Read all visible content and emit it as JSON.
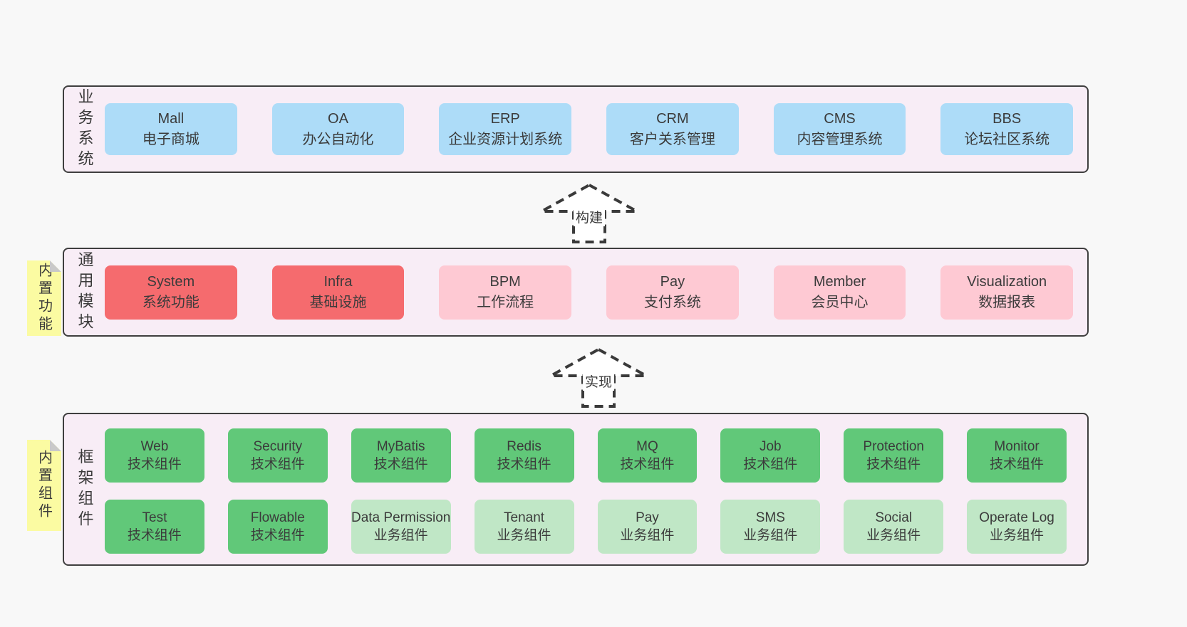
{
  "colors": {
    "page_background": "#f8f8f8",
    "panel_background": "#f8edf6",
    "panel_border": "#3f3f3f",
    "business_box": "#addcf8",
    "core_module_box": "#f56b6e",
    "optional_module_box": "#fec9d3",
    "tech_component_box": "#61c879",
    "biz_component_box": "#c0e7c6",
    "sticky_note": "#fbfba2",
    "text": "#3b3b3b"
  },
  "arrows": {
    "build_label": "构建",
    "implement_label": "实现"
  },
  "panels": {
    "business": {
      "side_label": "业务系统",
      "boxes": [
        {
          "title": "Mall",
          "subtitle": "电子商城"
        },
        {
          "title": "OA",
          "subtitle": "办公自动化"
        },
        {
          "title": "ERP",
          "subtitle": "企业资源计划系统"
        },
        {
          "title": "CRM",
          "subtitle": "客户关系管理"
        },
        {
          "title": "CMS",
          "subtitle": "内容管理系统"
        },
        {
          "title": "BBS",
          "subtitle": "论坛社区系统"
        }
      ]
    },
    "modules": {
      "side_label": "通用模块",
      "sticky_label": "内置功能",
      "boxes": [
        {
          "title": "System",
          "subtitle": "系统功能",
          "variant": "red"
        },
        {
          "title": "Infra",
          "subtitle": "基础设施",
          "variant": "red"
        },
        {
          "title": "BPM",
          "subtitle": "工作流程",
          "variant": "pink"
        },
        {
          "title": "Pay",
          "subtitle": "支付系统",
          "variant": "pink"
        },
        {
          "title": "Member",
          "subtitle": "会员中心",
          "variant": "pink"
        },
        {
          "title": "Visualization",
          "subtitle": "数据报表",
          "variant": "pink"
        }
      ]
    },
    "framework": {
      "side_label": "框架组件",
      "sticky_label": "内置组件",
      "rows": [
        [
          {
            "title": "Web",
            "subtitle": "技术组件",
            "variant": "green-dark"
          },
          {
            "title": "Security",
            "subtitle": "技术组件",
            "variant": "green-dark"
          },
          {
            "title": "MyBatis",
            "subtitle": "技术组件",
            "variant": "green-dark"
          },
          {
            "title": "Redis",
            "subtitle": "技术组件",
            "variant": "green-dark"
          },
          {
            "title": "MQ",
            "subtitle": "技术组件",
            "variant": "green-dark"
          },
          {
            "title": "Job",
            "subtitle": "技术组件",
            "variant": "green-dark"
          },
          {
            "title": "Protection",
            "subtitle": "技术组件",
            "variant": "green-dark"
          },
          {
            "title": "Monitor",
            "subtitle": "技术组件",
            "variant": "green-dark"
          }
        ],
        [
          {
            "title": "Test",
            "subtitle": "技术组件",
            "variant": "green-dark"
          },
          {
            "title": "Flowable",
            "subtitle": "技术组件",
            "variant": "green-dark"
          },
          {
            "title": "Data Permission",
            "subtitle": "业务组件",
            "variant": "green-light"
          },
          {
            "title": "Tenant",
            "subtitle": "业务组件",
            "variant": "green-light"
          },
          {
            "title": "Pay",
            "subtitle": "业务组件",
            "variant": "green-light"
          },
          {
            "title": "SMS",
            "subtitle": "业务组件",
            "variant": "green-light"
          },
          {
            "title": "Social",
            "subtitle": "业务组件",
            "variant": "green-light"
          },
          {
            "title": "Operate Log",
            "subtitle": "业务组件",
            "variant": "green-light"
          }
        ]
      ]
    }
  }
}
